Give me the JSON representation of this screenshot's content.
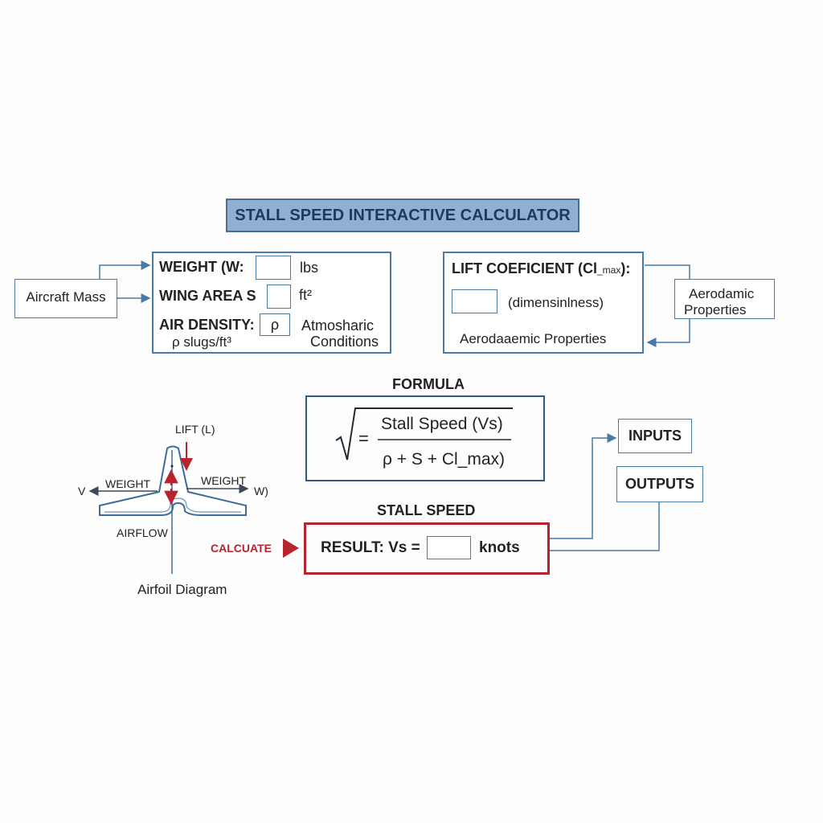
{
  "title": "STALL SPEED INTERACTIVE CALCULATOR",
  "aircraft_mass": "Aircraft Mass",
  "inputs_panel": {
    "weight_label": "WEIGHT (W:",
    "weight_unit": "lbs",
    "wing_area_label": "WING AREA  S",
    "wing_area_unit": "ft²",
    "air_density_label": "AIR DENSITY:",
    "air_density_value": "ρ",
    "air_density_unit": "ρ slugs/ft³",
    "atmospheric_line1": "Atmosharic",
    "atmospheric_line2": "Conditions"
  },
  "lift_panel": {
    "label": "LIFT COEFICIENT (Cl",
    "label_sub": "_max",
    "label_end": "):",
    "dimension_text": "(dimensinlness)",
    "footer": "Aerodaaemic Properties"
  },
  "aero_side_box": {
    "line1": "Aerodamic",
    "line2": "Properties"
  },
  "formula": {
    "heading": "FORMULA",
    "equals": "=",
    "numerator": "Stall Speed (Vs)",
    "denominator": "ρ + S + Cl_max)"
  },
  "airfoil": {
    "lift": "LIFT (L)",
    "v_label": "V",
    "weight_left": "WEIGHT",
    "weight_right": "WEIGHT",
    "w_label": "W)",
    "airflow": "AIRFLOW",
    "caption": "Airfoil Diagram"
  },
  "stall": {
    "heading": "STALL SPEED",
    "calculate": "CALCUATE",
    "result_label": "RESULT: Vs =",
    "result_unit": "knots"
  },
  "inputs_button": "INPUTS",
  "outputs_button": "OUTPUTS",
  "colors": {
    "accent_blue": "#4a7aa6",
    "title_fill": "#8fb0d3",
    "formula_border": "#2f5a86",
    "result_red": "#b8242e"
  }
}
